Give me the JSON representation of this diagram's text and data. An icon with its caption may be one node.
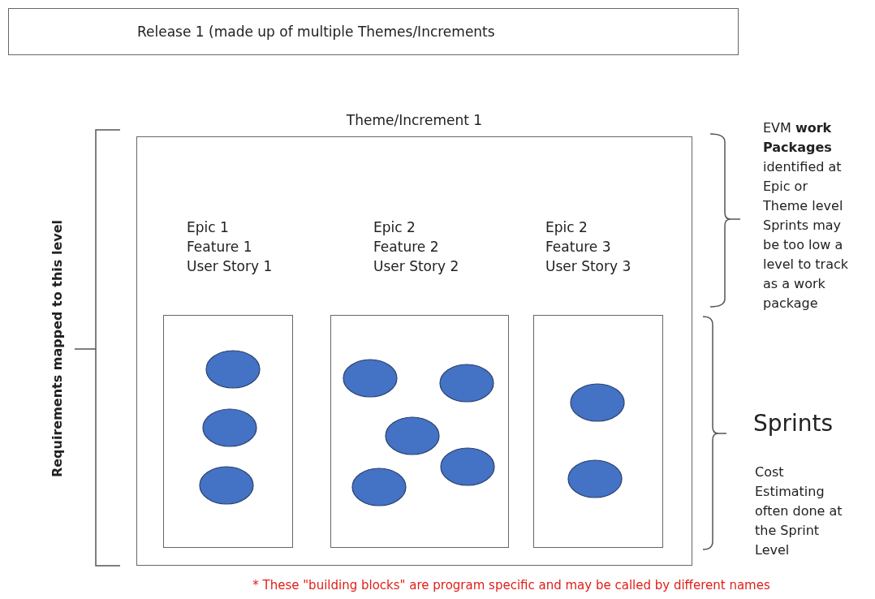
{
  "diagram": {
    "nodes": [
      {
        "text": [
          "Release 1 (made up of multiple Themes/Increments"
        ]
      },
      {
        "text": [
          "Theme/Increment 1"
        ]
      },
      {
        "text": [
          "Epic 1 Feature 1 User Story 1"
        ],
        "in": 1
      },
      {
        "text": [],
        "shape": "ellipse",
        "in": 2
      },
      {
        "text": [],
        "shape": "ellipse",
        "in": 2
      },
      {
        "text": [],
        "shape": "ellipse",
        "in": 2
      },
      {
        "text": [
          "Epic 2 Feature 2 User Story 2"
        ],
        "in": 1
      },
      {
        "text": [],
        "shape": "ellipse",
        "in": 6
      },
      {
        "text": [],
        "shape": "ellipse",
        "in": 6
      },
      {
        "text": [],
        "shape": "ellipse",
        "in": 6
      },
      {
        "text": [],
        "shape": "ellipse",
        "in": 6
      },
      {
        "text": [],
        "shape": "ellipse",
        "in": 6
      },
      {
        "text": [
          "Epic 2 Feature 3 User Story 3"
        ],
        "in": 1
      },
      {
        "text": [],
        "shape": "ellipse",
        "in": 12
      },
      {
        "text": [],
        "shape": "ellipse",
        "in": 12
      }
    ],
    "labels": [
      "Requirements mapped to this level",
      "EVM **work Packages** identified at Epic or Theme level Sprints may be too low a level to track as a work package",
      "Sprints",
      "Cost Estimating often done at the Sprint Level"
    ],
    "caption": "* These \"building blocks\" are program specific and may be called by different names"
  }
}
